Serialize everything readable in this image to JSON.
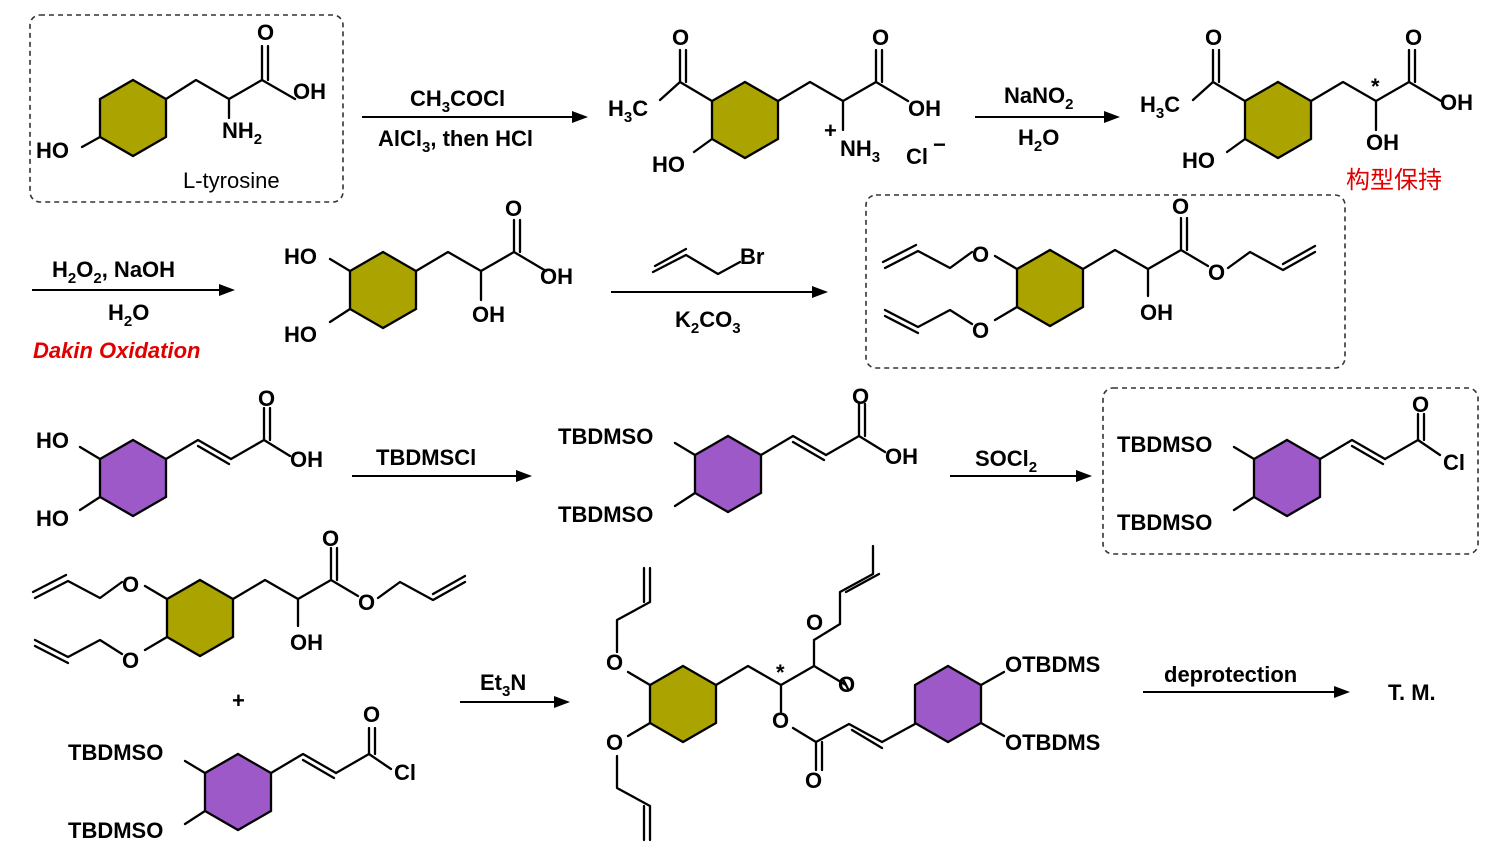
{
  "colors": {
    "ring_tyrosine": "#aaa300",
    "ring_caffeic": "#9e59c9",
    "note": "#e00000"
  },
  "compounds": {
    "tyrosine_name": "L-tyrosine",
    "target": "T. M."
  },
  "reagents": {
    "r1_top": "CH3COCl",
    "r1_bottom": "AlCl3, then HCl",
    "r2_top": "NaNO2",
    "r2_bottom": "H2O",
    "r3_top": "H2O2, NaOH",
    "r3_bottom": "H2O",
    "r4_top": "Br",
    "r4_bottom": "K2CO3",
    "r5": "TBDMSCl",
    "r6": "SOCl2",
    "r7": "Et3N",
    "r8": "deprotection"
  },
  "annotations": {
    "retention_note": "构型保持",
    "dakin": "Dakin Oxidation",
    "stereo_mark": "*"
  },
  "atoms": {
    "OH": "OH",
    "HO": "HO",
    "O": "O",
    "NH": "NH",
    "Cl": "Cl",
    "plus": "+",
    "TBDMSO": "TBDMSO",
    "OTBDMS": "OTBDMS"
  }
}
